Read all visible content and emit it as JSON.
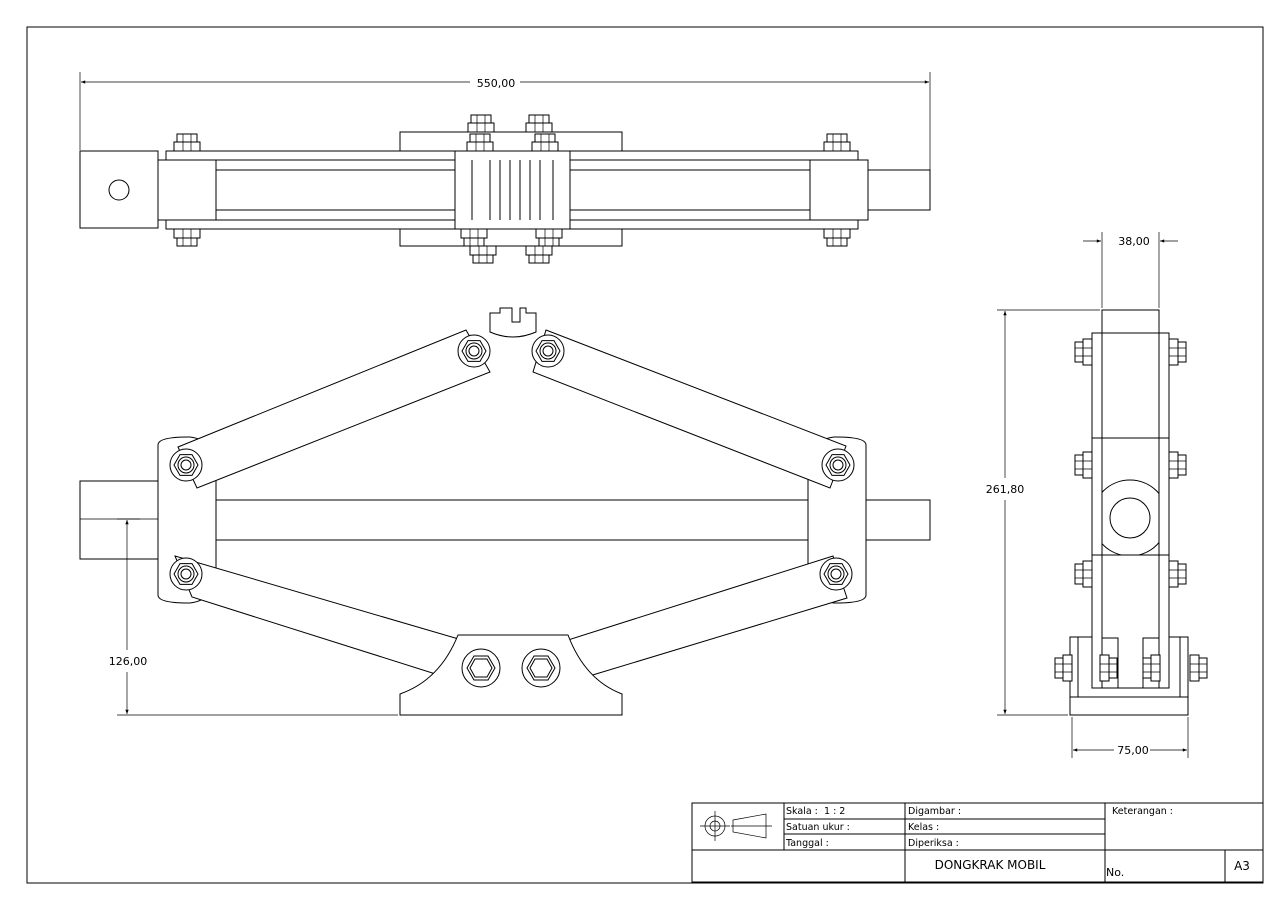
{
  "dimensions": {
    "overall_length": "550,00",
    "width_top": "38,00",
    "height_side": "261,80",
    "base_width": "75,00",
    "base_height": "126,00"
  },
  "title_block": {
    "scale_label": "Skala :",
    "scale_value": "1 : 2",
    "unit_label": "Satuan ukur :",
    "date_label": "Tanggal :",
    "drawn_label": "Digambar :",
    "class_label": "Kelas :",
    "checked_label": "Diperiksa :",
    "remarks_label": "Keterangan :",
    "title": "DONGKRAK MOBIL",
    "number_label": "No.",
    "sheet_size": "A3"
  }
}
